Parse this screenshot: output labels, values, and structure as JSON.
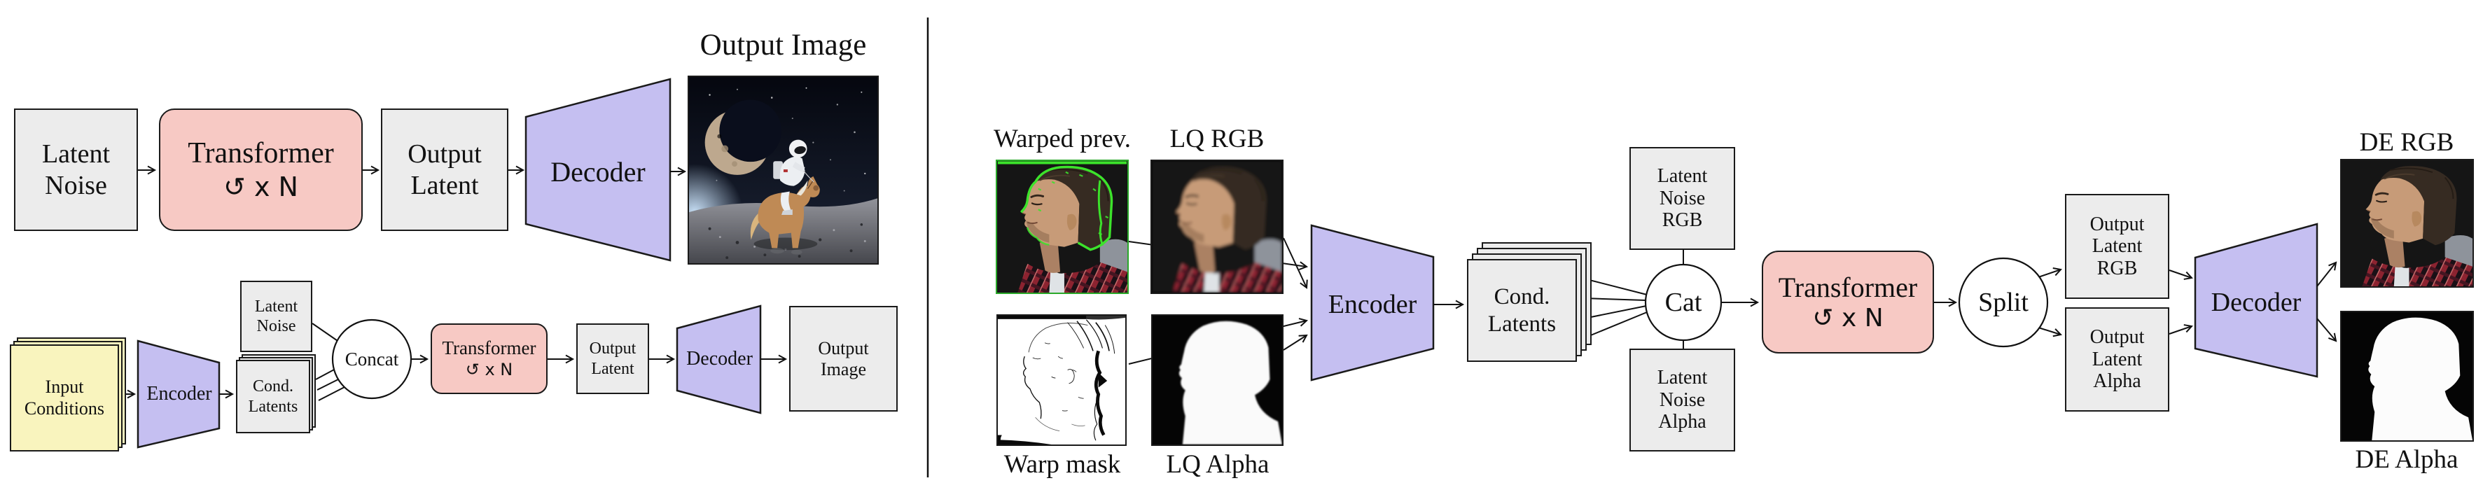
{
  "figure": {
    "left": {
      "top_row": {
        "latent_noise": "Latent Noise",
        "transformer": "Transformer",
        "transformer_loop": "↺ x N",
        "output_latent": "Output Latent",
        "decoder": "Decoder",
        "output_image_title": "Output Image",
        "output_image_name": "astronaut-riding-horse-on-moon"
      },
      "bottom_row": {
        "input_conditions": "Input Conditions",
        "encoder": "Encoder",
        "latent_noise": "Latent Noise",
        "cond_latents": "Cond. Latents",
        "concat": "Concat",
        "transformer": "Transformer",
        "transformer_loop": "↺ x N",
        "output_latent": "Output Latent",
        "decoder": "Decoder",
        "output_image": "Output Image"
      }
    },
    "right": {
      "warped_prev_label": "Warped prev.",
      "lq_rgb_label": "LQ RGB",
      "warp_mask_label": "Warp mask",
      "lq_alpha_label": "LQ Alpha",
      "encoder": "Encoder",
      "cond_latents": "Cond. Latents",
      "latent_noise_rgb": "Latent Noise RGB",
      "latent_noise_alpha": "Latent Noise Alpha",
      "cat": "Cat",
      "transformer": "Transformer",
      "transformer_loop": "↺ x N",
      "split": "Split",
      "output_latent_rgb": "Output Latent RGB",
      "output_latent_alpha": "Output Latent Alpha",
      "decoder": "Decoder",
      "de_rgb_label": "DE RGB",
      "de_alpha_label": "DE Alpha"
    },
    "colors": {
      "box_gray": "#ececec",
      "box_pink": "#f7c9c4",
      "box_yellow": "#f9f4be",
      "trapezoid_purple": "#c5bff1",
      "outline": "#1a1a1a",
      "warp_edge_green": "#3ce32b",
      "background": "#ffffff"
    }
  }
}
